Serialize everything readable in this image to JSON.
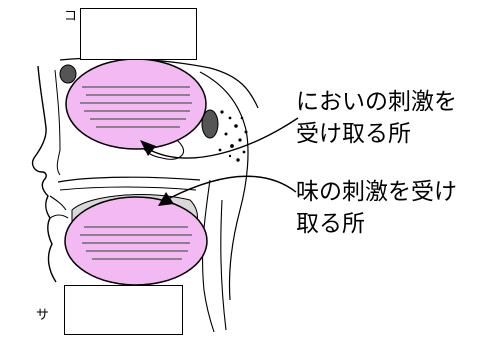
{
  "markers": {
    "top": "コ",
    "bottom": "サ"
  },
  "callouts": {
    "smell": {
      "line1": "においの刺激を",
      "line2": "受け取る所"
    },
    "taste": {
      "line1": "味の刺激を受け",
      "line2": "取る所"
    }
  },
  "colors": {
    "highlight": "#f2b9f2",
    "stroke": "#000000"
  }
}
